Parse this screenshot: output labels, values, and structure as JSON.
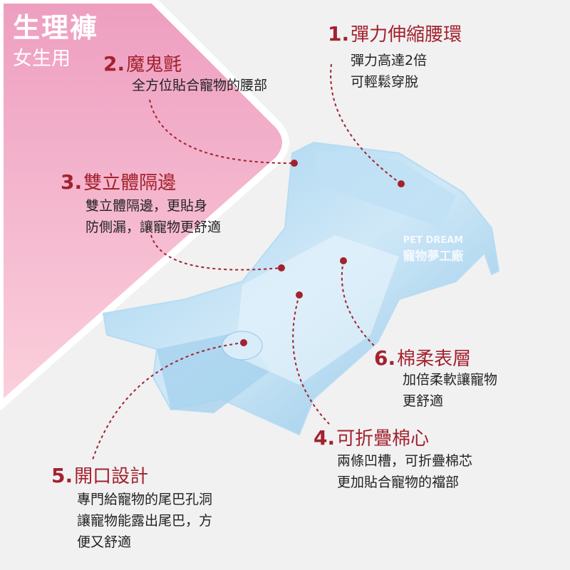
{
  "title": "生理褲",
  "subtitle": "女生用",
  "colors": {
    "accent": "#a3222e",
    "pink": "#f0a8c4",
    "diaper": "#a9d4ee"
  },
  "features": [
    {
      "num": "1.",
      "label": "彈力伸縮腰環",
      "lines": [
        "彈力高達2倍",
        "可輕鬆穿脫"
      ]
    },
    {
      "num": "2.",
      "label": "魔鬼氈",
      "lines": [
        "全方位貼合寵物的腰部"
      ]
    },
    {
      "num": "3.",
      "label": "雙立體隔邊",
      "lines": [
        "雙立體隔邊，更貼身",
        "防側漏，讓寵物更舒適"
      ]
    },
    {
      "num": "4.",
      "label": "可折疊棉心",
      "lines": [
        "兩條凹槽，可折疊棉芯",
        "更加貼合寵物的襠部"
      ]
    },
    {
      "num": "5.",
      "label": "開口設計",
      "lines": [
        "專門給寵物的尾巴孔洞",
        "讓寵物能露出尾巴，方",
        "便又舒適"
      ]
    },
    {
      "num": "6.",
      "label": "棉柔表層",
      "lines": [
        "加倍柔軟讓寵物",
        "更舒適"
      ]
    }
  ],
  "watermark": {
    "top": "PET DREAM",
    "bottom": "寵物夢工廠"
  }
}
